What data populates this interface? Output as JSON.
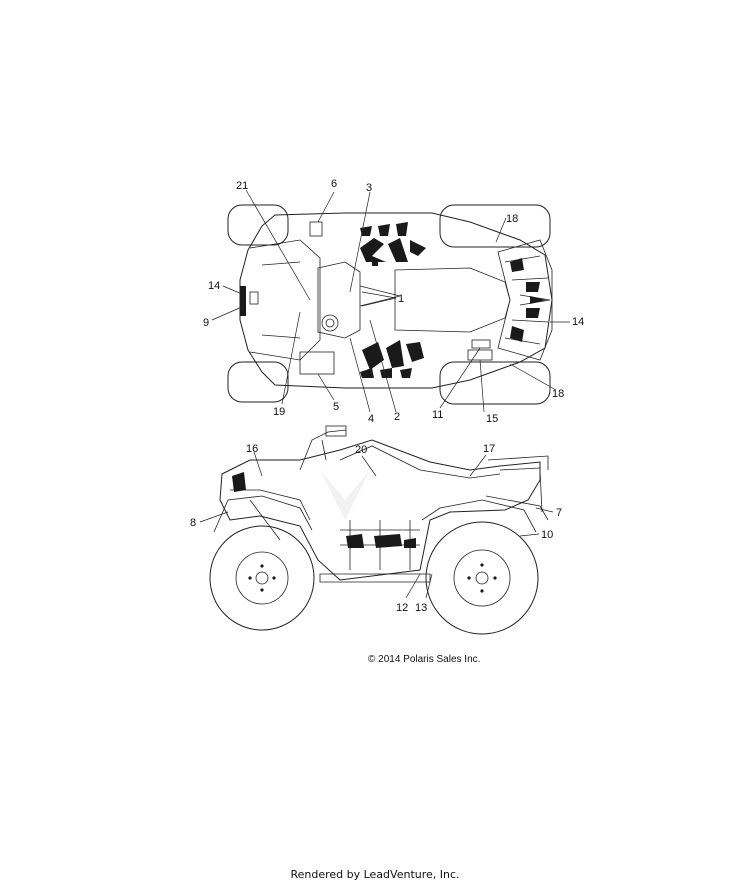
{
  "diagram": {
    "callouts": [
      {
        "id": "c21",
        "label": "21"
      },
      {
        "id": "c6",
        "label": "6"
      },
      {
        "id": "c3",
        "label": "3"
      },
      {
        "id": "c18a",
        "label": "18"
      },
      {
        "id": "c14a",
        "label": "14"
      },
      {
        "id": "c1",
        "label": "1"
      },
      {
        "id": "c9",
        "label": "9"
      },
      {
        "id": "c14b",
        "label": "14"
      },
      {
        "id": "c18b",
        "label": "18"
      },
      {
        "id": "c19",
        "label": "19"
      },
      {
        "id": "c5",
        "label": "5"
      },
      {
        "id": "c4",
        "label": "4"
      },
      {
        "id": "c2",
        "label": "2"
      },
      {
        "id": "c11",
        "label": "11"
      },
      {
        "id": "c15",
        "label": "15"
      },
      {
        "id": "c16",
        "label": "16"
      },
      {
        "id": "c20",
        "label": "20"
      },
      {
        "id": "c17",
        "label": "17"
      },
      {
        "id": "c8",
        "label": "8"
      },
      {
        "id": "c7",
        "label": "7"
      },
      {
        "id": "c10",
        "label": "10"
      },
      {
        "id": "c12",
        "label": "12"
      },
      {
        "id": "c13",
        "label": "13"
      }
    ],
    "copyright": "© 2014 Polaris Sales Inc."
  },
  "footer": {
    "text": "Rendered by LeadVenture, Inc."
  }
}
